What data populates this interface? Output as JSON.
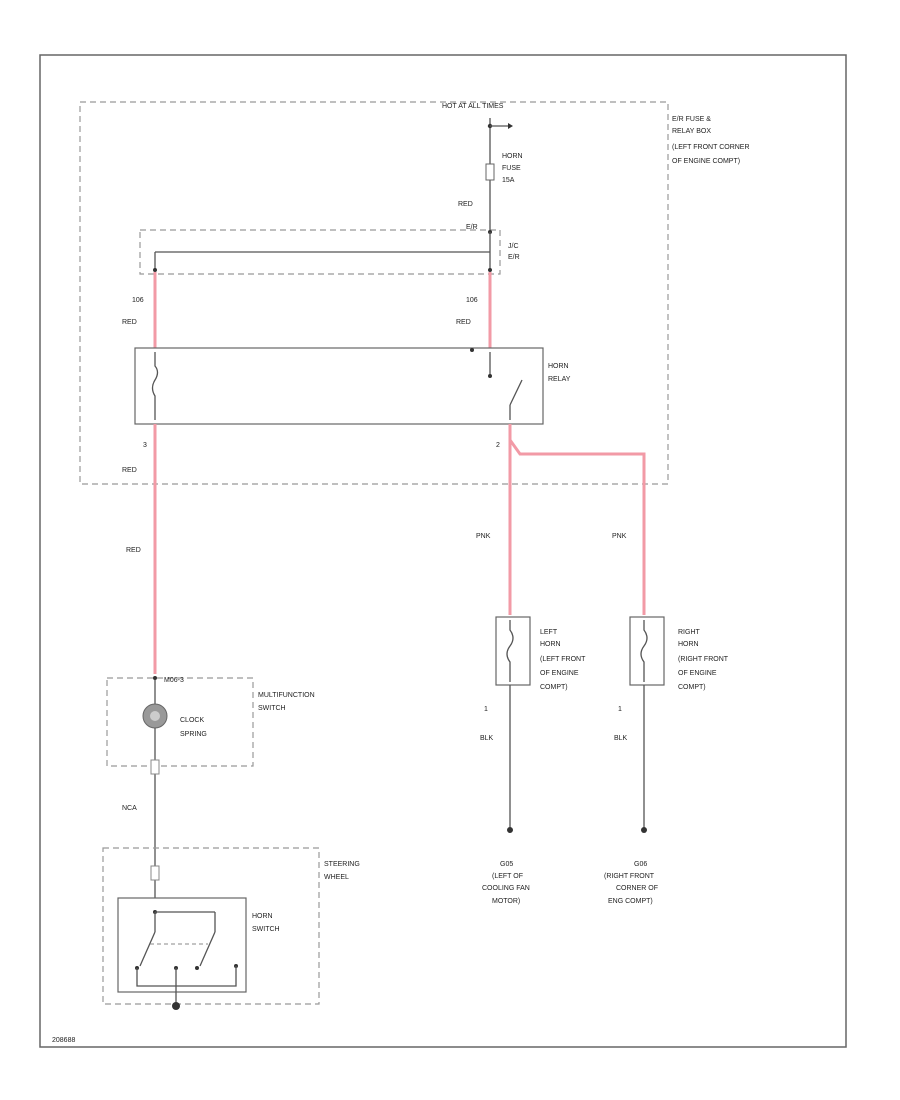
{
  "labels": {
    "hot_at_all_times": "HOT AT ALL TIMES",
    "fuse_box": [
      "E/R FUSE &",
      "RELAY BOX",
      "(LEFT FRONT CORNER",
      "OF ENGINE COMPT)"
    ],
    "horn_fuse": [
      "HORN",
      "FUSE",
      "15A"
    ],
    "fuse_wire_color": "RED",
    "connector_ref": "E/R",
    "jc_label": [
      "J/C",
      "E/R"
    ],
    "left_wire_id": "106",
    "left_wire_color": "RED",
    "right_wire_id": "106",
    "right_wire_color": "RED",
    "horn_relay": [
      "HORN",
      "RELAY"
    ],
    "pin_left": "3",
    "pin_right": "2",
    "red_below_relay": "RED",
    "red_mid": "RED",
    "pnk_left": "PNK",
    "pnk_right": "PNK",
    "left_horn": [
      "LEFT",
      "HORN",
      "(LEFT FRONT",
      "OF ENGINE",
      "COMPT)"
    ],
    "right_horn": [
      "RIGHT",
      "HORN",
      "(RIGHT FRONT",
      "OF ENGINE",
      "COMPT)"
    ],
    "pin_horn_left": "1",
    "pin_horn_right": "1",
    "blk_left": "BLK",
    "blk_right": "BLK",
    "ground_left": [
      "G05",
      "(LEFT OF",
      "COOLING FAN",
      "MOTOR)"
    ],
    "ground_right": [
      "G06",
      "(RIGHT FRONT",
      "CORNER OF",
      "ENG COMPT)"
    ],
    "clock_connector": "M06-3",
    "multifunction_switch": [
      "MULTIFUNCTION",
      "SWITCH"
    ],
    "clock_spring": [
      "CLOCK",
      "SPRING"
    ],
    "nca": "NCA",
    "steering_wheel": [
      "STEERING",
      "WHEEL"
    ],
    "horn_switch": [
      "HORN",
      "SWITCH"
    ],
    "figure_id": "208688"
  },
  "colors": {
    "red_wire": "#f29aa6",
    "pink_wire": "#f29aa6",
    "black_wire": "#555555"
  }
}
